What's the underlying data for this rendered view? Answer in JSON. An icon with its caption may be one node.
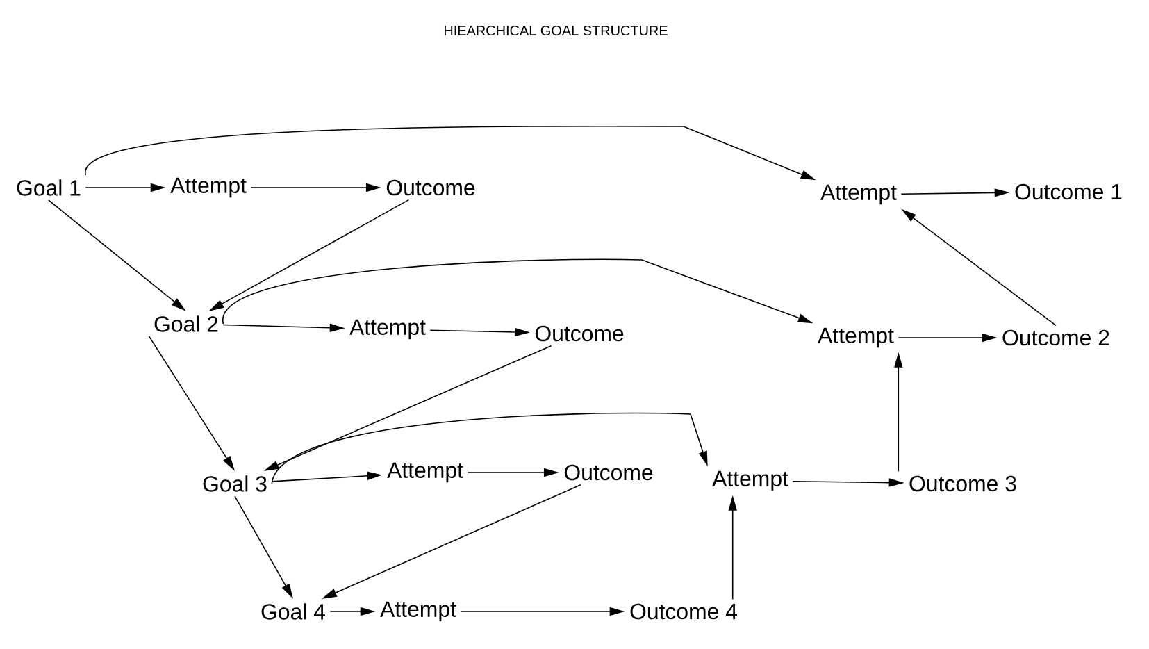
{
  "diagram": {
    "title": "HIEARCHICAL GOAL STRUCTURE",
    "nodes": [
      {
        "text": [
          "Goal 1"
        ]
      },
      {
        "text": [
          "Attempt"
        ]
      },
      {
        "text": [
          "Outcome"
        ]
      },
      {
        "text": [
          "Attempt"
        ]
      },
      {
        "text": [
          "Outcome 1"
        ]
      },
      {
        "text": [
          "Goal 2"
        ]
      },
      {
        "text": [
          "Attempt"
        ]
      },
      {
        "text": [
          "Outcome"
        ]
      },
      {
        "text": [
          "Attempt"
        ]
      },
      {
        "text": [
          "Outcome 2"
        ]
      },
      {
        "text": [
          "Goal 3"
        ]
      },
      {
        "text": [
          "Attempt"
        ]
      },
      {
        "text": [
          "Outcome"
        ]
      },
      {
        "text": [
          "Attempt"
        ]
      },
      {
        "text": [
          "Outcome 3"
        ]
      },
      {
        "text": [
          "Goal 4"
        ]
      },
      {
        "text": [
          "Attempt"
        ]
      },
      {
        "text": [
          "Outcome 4"
        ]
      }
    ],
    "edges": [
      {
        "from": 0,
        "to": 1,
        "arrow": "to"
      },
      {
        "from": 1,
        "to": 2,
        "arrow": "to"
      },
      {
        "from": 0,
        "to": 3,
        "arrow": "to"
      },
      {
        "from": 3,
        "to": 4,
        "arrow": "to"
      },
      {
        "from": 0,
        "to": 5,
        "arrow": "to"
      },
      {
        "from": 2,
        "to": 5,
        "arrow": "to"
      },
      {
        "from": 5,
        "to": 6,
        "arrow": "to"
      },
      {
        "from": 6,
        "to": 7,
        "arrow": "to"
      },
      {
        "from": 5,
        "to": 8,
        "arrow": "to"
      },
      {
        "from": 8,
        "to": 9,
        "arrow": "to"
      },
      {
        "from": 9,
        "to": 3,
        "arrow": "to"
      },
      {
        "from": 5,
        "to": 10,
        "arrow": "to"
      },
      {
        "from": 7,
        "to": 10,
        "arrow": "to"
      },
      {
        "from": 10,
        "to": 11,
        "arrow": "to"
      },
      {
        "from": 11,
        "to": 12,
        "arrow": "to"
      },
      {
        "from": 10,
        "to": 13,
        "arrow": "to"
      },
      {
        "from": 13,
        "to": 14,
        "arrow": "to"
      },
      {
        "from": 14,
        "to": 8,
        "arrow": "to"
      },
      {
        "from": 10,
        "to": 15,
        "arrow": "to"
      },
      {
        "from": 12,
        "to": 15,
        "arrow": "to"
      },
      {
        "from": 15,
        "to": 16,
        "arrow": "to"
      },
      {
        "from": 16,
        "to": 17,
        "arrow": "to"
      },
      {
        "from": 17,
        "to": 13,
        "arrow": "to"
      }
    ]
  }
}
